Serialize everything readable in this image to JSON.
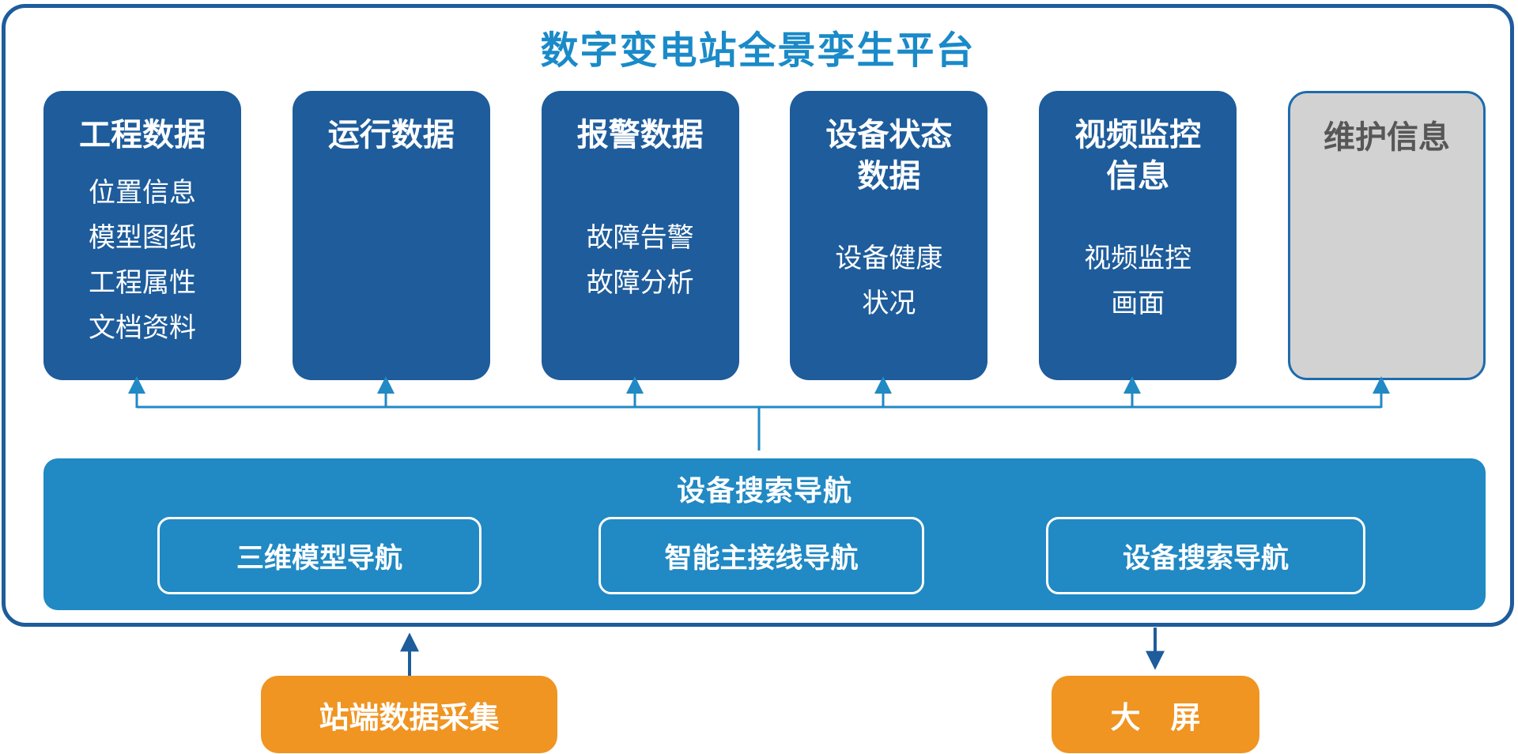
{
  "platform": {
    "title": "数字变电站全景孪生平台"
  },
  "cards": [
    {
      "title": "工程数据",
      "items": [
        "位置信息",
        "模型图纸",
        "工程属性",
        "文档资料"
      ],
      "variant": "blue"
    },
    {
      "title": "运行数据",
      "items": [],
      "variant": "blue"
    },
    {
      "title": "报警数据",
      "items": [
        "故障告警",
        "故障分析"
      ],
      "variant": "blue"
    },
    {
      "title": "设备状态\n数据",
      "items": [
        "设备健康\n状况"
      ],
      "variant": "blue"
    },
    {
      "title": "视频监控\n信息",
      "items": [
        "视频监控\n画面"
      ],
      "variant": "blue"
    },
    {
      "title": "维护信息",
      "items": [],
      "variant": "gray"
    }
  ],
  "navigation_bar": {
    "title": "设备搜索导航",
    "buttons": [
      {
        "label": "三维模型导航"
      },
      {
        "label": "智能主接线导航"
      },
      {
        "label": "设备搜索导航"
      }
    ]
  },
  "external_nodes": {
    "source": {
      "label": "站端数据采集",
      "arrow_direction": "up-into-platform"
    },
    "output": {
      "label": "大　屏",
      "arrow_direction": "down-out-of-platform"
    }
  },
  "colors": {
    "card_blue": "#1e5c9b",
    "accent_blue": "#2189c4",
    "title_blue": "#1a8ac8",
    "orange": "#f09422",
    "gray_card_fill": "#d2d2d2",
    "gray_card_border": "#1e6bad",
    "gray_card_text": "#575757",
    "dark_arrow_blue": "#1e5c9b",
    "border_blue": "#1e5c9b"
  }
}
